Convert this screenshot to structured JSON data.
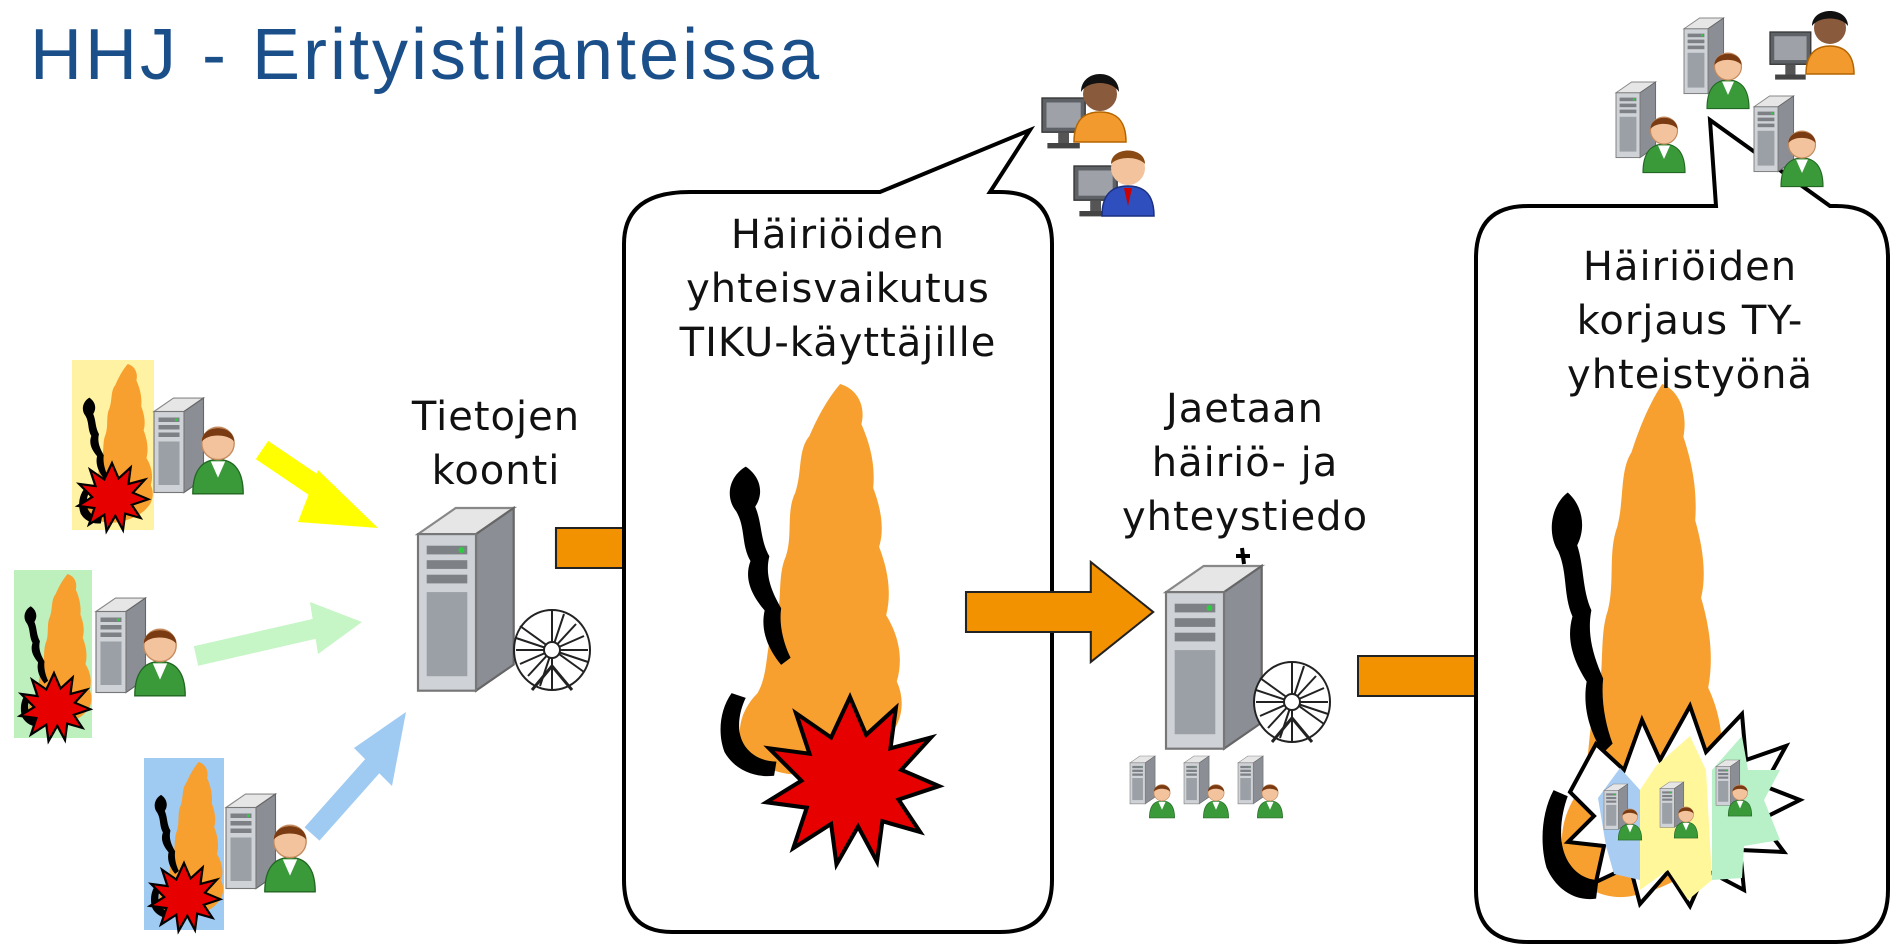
{
  "slide": {
    "title": "HHJ - Erityistilanteissa"
  },
  "labels": {
    "collect": "Tietojen\nkoonti",
    "impact": "Häiriöiden\nyhteisvaikutus\nTIKU-käyttäjille",
    "share": "Jaetaan\nhäiriö- ja\nyhteystiedo",
    "fix": "Häiriöiden\nkorjaus TY-\nyhteistyönä"
  },
  "colors": {
    "title": "#1a4f8a",
    "map_fill": "#f7a030",
    "map_coast": "#000000",
    "burst": "#e60000",
    "arrow_orange": "#f39200",
    "arrow_yellow": "#ffff00",
    "arrow_green": "#c6f5c6",
    "arrow_blue": "#9fcaf2",
    "panel_yellow": "#fff3a3",
    "panel_green": "#bdf0bd",
    "panel_blue": "#9fcaf2"
  },
  "icons": [
    "finland-map-icon",
    "explosion-icon",
    "server-user-icon",
    "server-icon",
    "rolodex-icon",
    "workstation-user-icon",
    "speech-bubble-icon"
  ]
}
